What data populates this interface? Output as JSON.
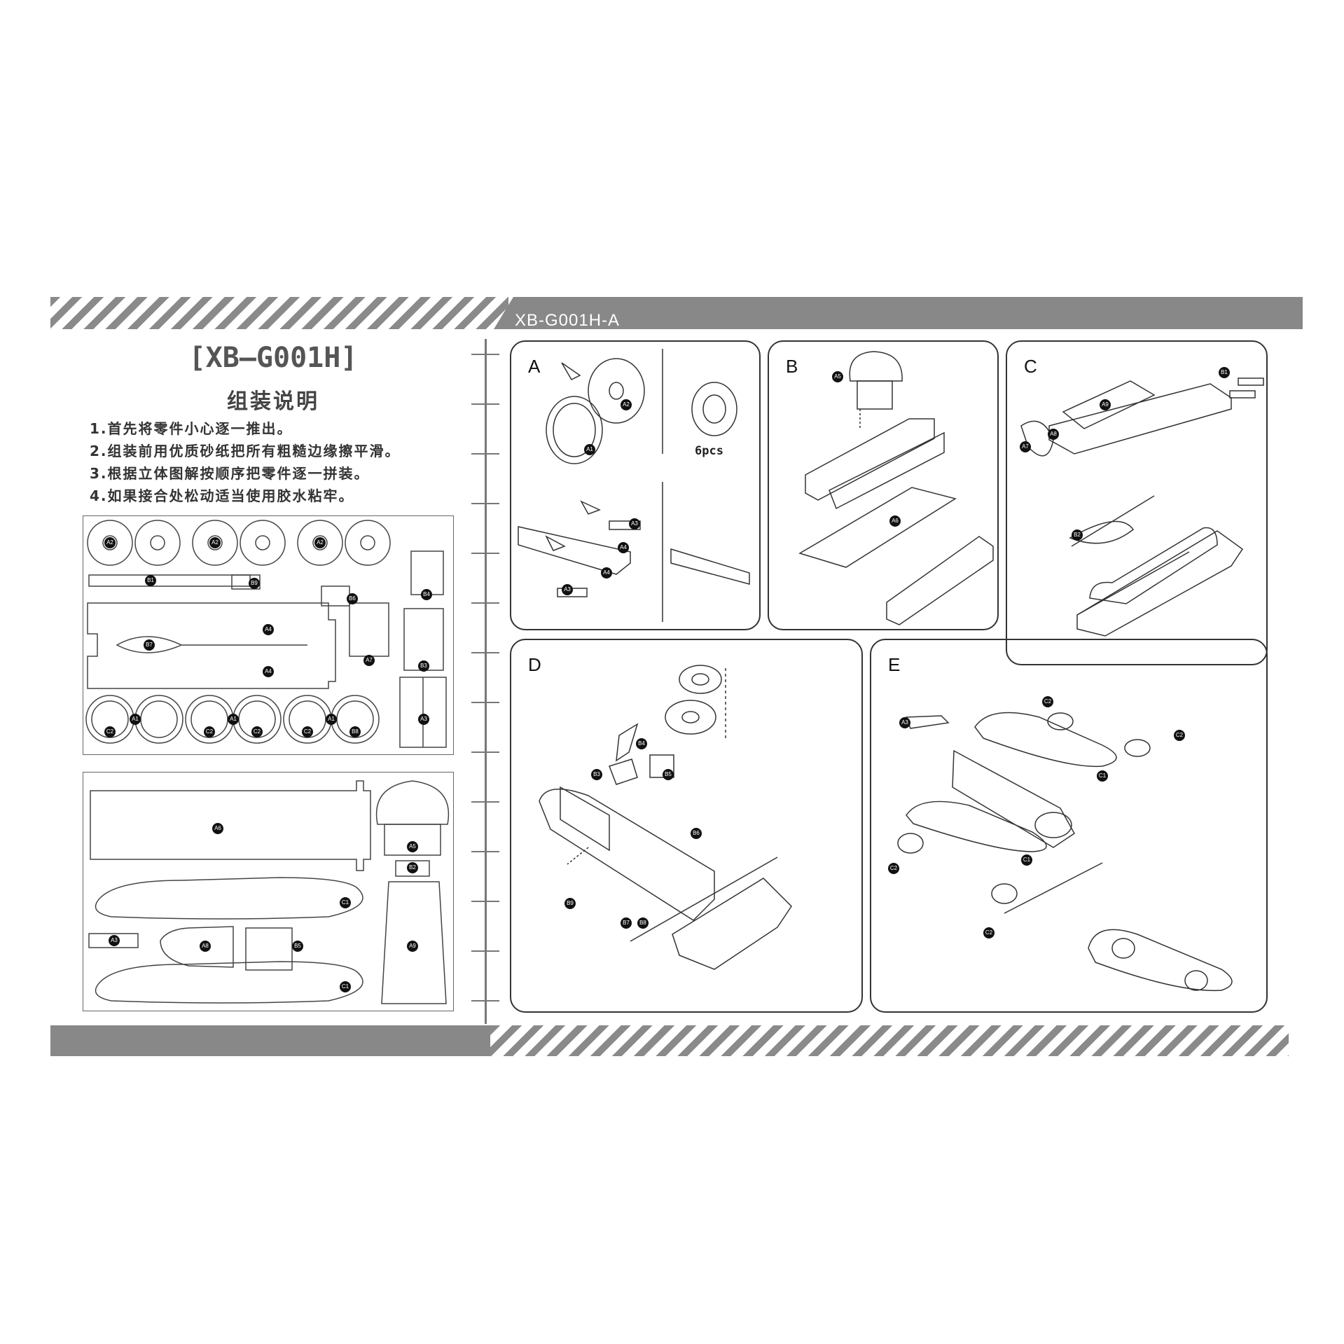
{
  "header": {
    "model_code": "XB-G001H-A"
  },
  "instructions": {
    "title": "[XB—G001H]",
    "subtitle": "组装说明",
    "steps": [
      "1.首先将零件小心逐一推出。",
      "2.组装前用优质砂纸把所有粗糙边缘擦平滑。",
      "3.根据立体图解按顺序把零件逐一拼装。",
      "4.如果接合处松动适当使用胶水粘牢。"
    ]
  },
  "sheet1_labels": [
    "A2",
    "A2",
    "A2",
    "B1",
    "B9",
    "B6",
    "B4",
    "B7",
    "A4",
    "A4",
    "A7",
    "B3",
    "A1",
    "C2",
    "C2",
    "A1",
    "C2",
    "C2",
    "A1",
    "B8",
    "A3"
  ],
  "sheet2_labels": [
    "A6",
    "A5",
    "B2",
    "C1",
    "A3",
    "A8",
    "B5",
    "A9",
    "C1"
  ],
  "panels": {
    "A": {
      "label": "A",
      "note": "6pcs",
      "tags": [
        "A1",
        "A2",
        "A3",
        "A4",
        "A4",
        "A3"
      ]
    },
    "B": {
      "label": "B",
      "tags": [
        "A5",
        "A6"
      ]
    },
    "C": {
      "label": "C",
      "tags": [
        "B1",
        "A9",
        "A7",
        "A8",
        "B2"
      ]
    },
    "D": {
      "label": "D",
      "tags": [
        "B4",
        "B5",
        "B3",
        "B6",
        "B9",
        "B7",
        "B8"
      ]
    },
    "E": {
      "label": "E",
      "tags": [
        "C2",
        "A3",
        "C2",
        "C1",
        "C1",
        "C2",
        "C2"
      ]
    }
  }
}
